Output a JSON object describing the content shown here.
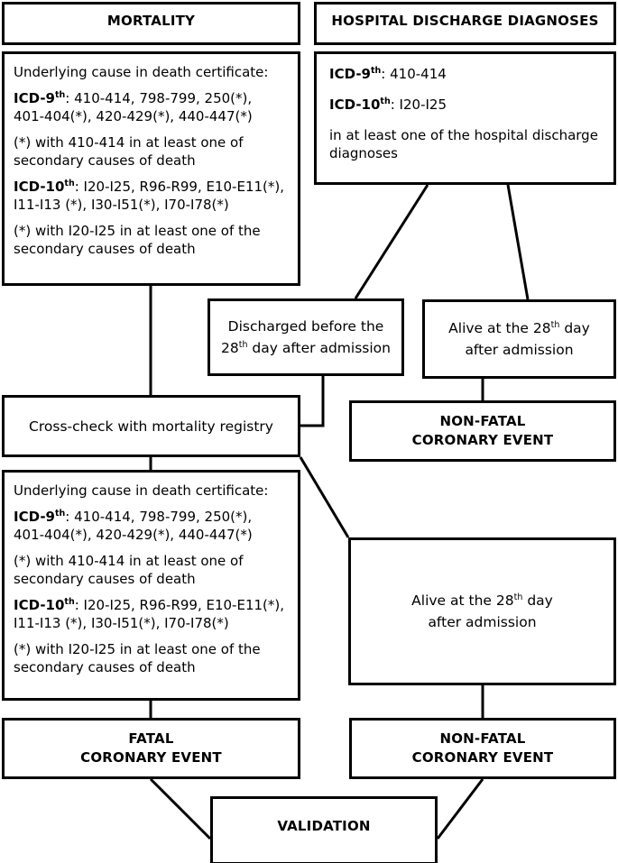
{
  "diagram": {
    "title": "Coronary event case definition flowchart",
    "line_color": "#000000",
    "box_border_color": "#000000",
    "background": "#ffffff"
  },
  "columns": {
    "mortality_header": "MORTALITY",
    "hospital_header": "HOSPITAL DISCHARGE DIAGNOSES"
  },
  "mortality_criteria": {
    "intro": "Underlying cause in death certificate:",
    "icd9_label": "ICD-9",
    "icd9_sup": "th",
    "icd9_codes_line1": ": 410-414, 798-799, 250(*),",
    "icd9_codes_line2": "401-404(*), 420-429(*), 440-447(*)",
    "icd9_note_line1": "(*) with 410-414 in at least one of",
    "icd9_note_line2": "secondary causes of death",
    "icd10_label": "ICD-10",
    "icd10_sup": "th",
    "icd10_codes_line1": ": I20-I25, R96-R99, E10-E11(*),",
    "icd10_codes_line2": "I11-I13 (*), I30-I51(*), I70-I78(*)",
    "icd10_note_line1": "(*) with I20-I25 in at least one of the",
    "icd10_note_line2": "secondary causes of death"
  },
  "hospital_criteria": {
    "icd9_label": "ICD-9",
    "icd9_sup": "th",
    "icd9_codes": ": 410-414",
    "icd10_label": "ICD-10",
    "icd10_sup": "th",
    "icd10_codes": ": I20-I25",
    "note_line1": "in at least one of the hospital discharge",
    "note_line2": "diagnoses"
  },
  "nodes": {
    "discharged_line1": "Discharged before the",
    "discharged_num": "28",
    "discharged_sup": "th",
    "discharged_line2": " day after admission",
    "alive_top_line1_pre": "Alive at the ",
    "alive_top_num": "28",
    "alive_top_sup": "th",
    "alive_top_line1_post": " day",
    "alive_top_line2": "after admission",
    "cross_check": "Cross-check with mortality registry",
    "non_fatal_mid_line1": "NON-FATAL",
    "non_fatal_mid_line2": "CORONARY EVENT",
    "alive_bottom_line1_pre": "Alive at the ",
    "alive_bottom_num": "28",
    "alive_bottom_sup": "th",
    "alive_bottom_line1_post": " day",
    "alive_bottom_line2": "after admission",
    "fatal_line1": "FATAL",
    "fatal_line2": "CORONARY EVENT",
    "non_fatal_bottom_line1": "NON-FATAL",
    "non_fatal_bottom_line2": "CORONARY EVENT",
    "validation": "VALIDATION"
  }
}
